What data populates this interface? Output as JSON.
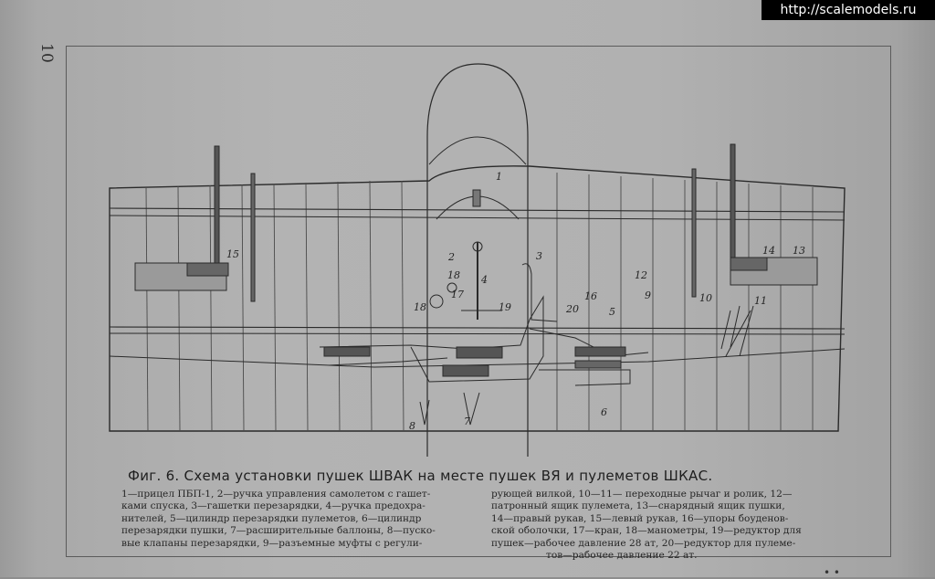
{
  "page_number": "10",
  "watermark": "http://scalemodels.ru",
  "figure": {
    "title": "Фиг. 6. Схема установки пушек ШВАК на месте пушек ВЯ и пулеметов ШКАС.",
    "labels": [
      "1",
      "2",
      "3",
      "4",
      "5",
      "6",
      "7",
      "8",
      "9",
      "10",
      "11",
      "12",
      "13",
      "14",
      "15",
      "16",
      "17",
      "18",
      "18",
      "19",
      "20"
    ],
    "legend_left_lines": [
      "1—прицел ПБП-1, 2—ручка управления самолетом с гашет-",
      "ками спуска, 3—гашетки перезарядки, 4—ручка предохра-",
      "нителей, 5—цилиндр перезарядки пулеметов, 6—цилиндр",
      "перезарядки пушки, 7—расширительные баллоны, 8—пуско-",
      "вые клапаны перезарядки, 9—разъемные муфты с регули-"
    ],
    "legend_right_lines": [
      "рующей вилкой, 10—11— переходные рычаг и ролик, 12—",
      "патронный ящик пулемета, 13—снарядный ящик пушки,",
      "14—правый рукав, 15—левый рукав, 16—упоры боуденов-",
      "ской оболочки, 17—кран, 18—манометры, 19—редуктор для",
      "пушек—рабочее давление 28 ат, 20—редуктор для пулеме-",
      "тов—рабочее давление 22 ат."
    ]
  },
  "bottom_mark": "• •"
}
